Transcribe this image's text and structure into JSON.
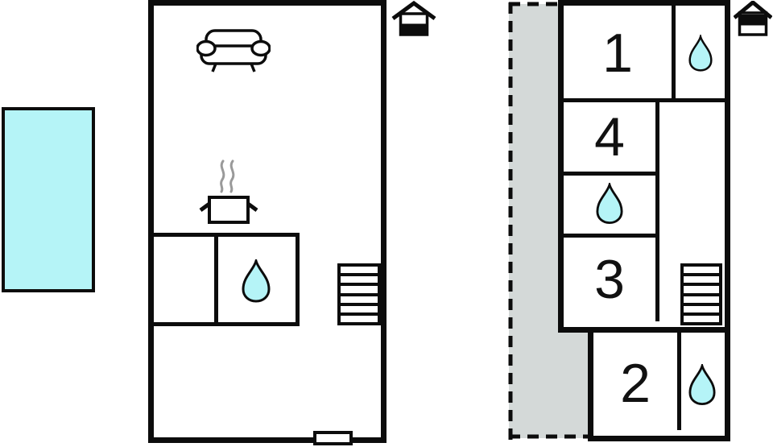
{
  "floor_plan": {
    "description": "two-level holiday home floor plan",
    "room_labels": {
      "room1": "1",
      "room2": "2",
      "room3": "3",
      "room4": "4"
    },
    "ground_floor": {
      "stairs_steps": 6
    },
    "first_floor": {
      "stairs_steps": 6
    }
  },
  "colors": {
    "wall": "#0c0c0c",
    "water": "#b5f4f7",
    "terrace": "#d4d9d8",
    "steam": "#9a9a9a",
    "background": "#ffffff"
  },
  "icons": {
    "ground_floor_marker": "house-ground-floor-icon",
    "first_floor_marker": "house-first-floor-icon",
    "water_drop": "water-drop-icon",
    "sofa": "sofa-icon",
    "stove": "cooking-pot-steam-icon",
    "stairs": "stairs-icon",
    "pool": "swimming-pool",
    "terrace": "terrace-dashed-area",
    "door": "entrance-door"
  }
}
